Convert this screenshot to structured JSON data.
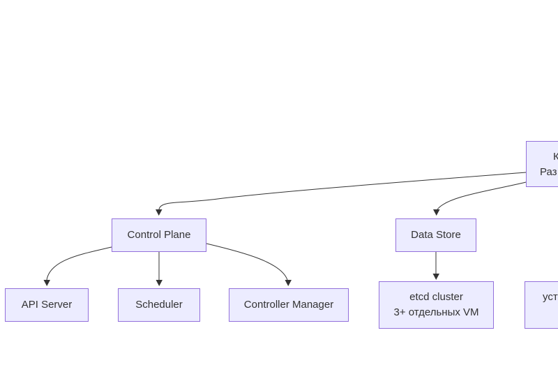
{
  "diagram": {
    "type": "flowchart",
    "background_color": "#ffffff",
    "node_fill_color": "#ECECFF",
    "node_border_color": "#9370DB",
    "text_color": "#333333",
    "edge_color": "#333333",
    "nodes": {
      "control_plane": {
        "label": "Control Plane"
      },
      "data_store": {
        "label": "Data Store"
      },
      "api_server": {
        "label": "API Server"
      },
      "scheduler": {
        "label": "Scheduler"
      },
      "controller_manager": {
        "label": "Controller Manager"
      },
      "etcd": {
        "line1": "etcd cluster",
        "line2": "3+ отдельных VM"
      },
      "top_right_partial": {
        "line1": "К",
        "line2": "Раз"
      },
      "bottom_right_partial": {
        "line1": "",
        "line2": "уста"
      }
    },
    "edges": [
      {
        "from": "top_right_partial",
        "to": "control_plane"
      },
      {
        "from": "top_right_partial",
        "to": "data_store"
      },
      {
        "from": "control_plane",
        "to": "api_server"
      },
      {
        "from": "control_plane",
        "to": "scheduler"
      },
      {
        "from": "control_plane",
        "to": "controller_manager"
      },
      {
        "from": "data_store",
        "to": "etcd"
      }
    ]
  }
}
